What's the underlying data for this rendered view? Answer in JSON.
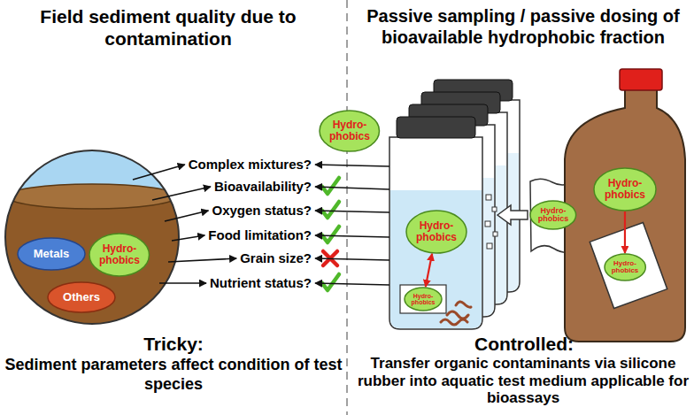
{
  "diagram": {
    "nodes": [
      {
        "text": [
          "Metals"
        ]
      },
      {
        "text": [
          "Hydro- phobics"
        ]
      },
      {
        "text": [
          "Others"
        ]
      },
      {
        "text": [
          "Hydro- phobics"
        ]
      },
      {
        "text": [
          "Hydro- phobics"
        ]
      },
      {
        "text": [
          "Hydro- phobics"
        ]
      },
      {
        "text": [
          "Hydro- phobics"
        ]
      },
      {
        "text": [
          "Hydro- phobics"
        ]
      },
      {
        "text": [
          "Hydro- phobics"
        ]
      }
    ],
    "edges": [
      {
        "from": 4,
        "to": 5,
        "arrow": "both"
      },
      {
        "from": 7,
        "to": 8,
        "arrow": "to"
      }
    ],
    "labels": [
      "Field sediment quality due to contamination",
      "Passive sampling / passive dosing of bioavailable hydrophobic fraction",
      "Complex mixtures?",
      "Bioavailability?",
      "Oxygen status?",
      "Food limitation?",
      "Grain size?",
      "Nutrient status?",
      "Tricky:",
      "Sediment parameters affect condition of test species",
      "Controlled:",
      "Transfer organic contaminants via silicone rubber into aquatic test medium applicable for bioassays"
    ]
  }
}
